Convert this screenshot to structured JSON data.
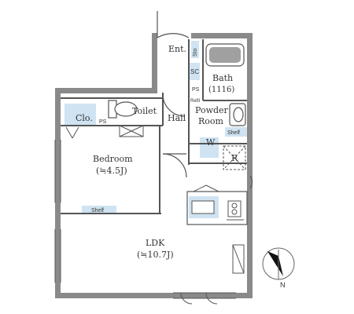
{
  "rooms": {
    "entrance": "Ent.",
    "toilet": "Toilet",
    "hall": "Hall",
    "bath_name": "Bath",
    "bath_size": "(1116)",
    "powder_line1": "Powder",
    "powder_line2": "Room",
    "bedroom_name": "Bedroom",
    "bedroom_size": "(≒4.5J)",
    "closet": "Clo.",
    "ldk_name": "LDK",
    "ldk_size": "(≒10.7J)"
  },
  "fixtures": {
    "shoe_storage": "Sto",
    "sc": "SC",
    "ps_bath": "PS",
    "ps_closet": "PS",
    "refill": "Refil",
    "shelf_powder": "Shelf",
    "shelf_bedroom": "Shelf",
    "washer": "W",
    "refrigerator": "R"
  },
  "compass": {
    "north": "N"
  },
  "colors": {
    "wall": "#8a8a8a",
    "storage": "#cfe3f2",
    "line": "#555555"
  }
}
